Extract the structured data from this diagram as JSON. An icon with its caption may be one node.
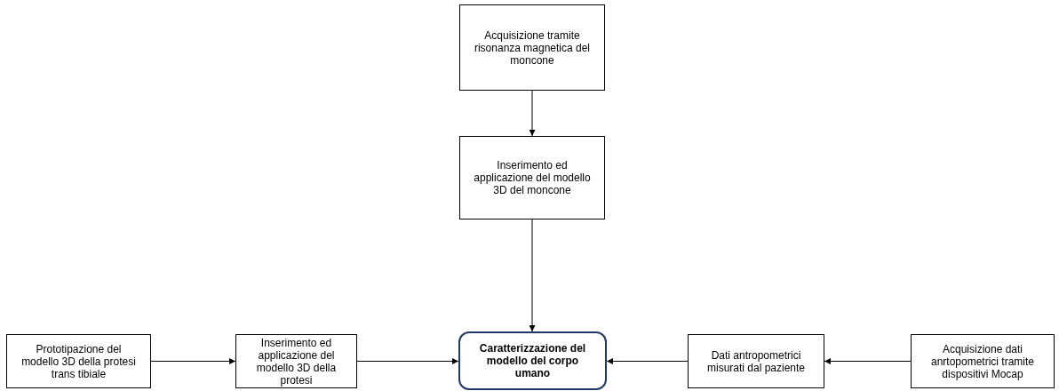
{
  "diagram": {
    "nodes": [
      {
        "text": [
          "Acquisizione tramite risonanza magnetica del moncone"
        ]
      },
      {
        "text": [
          "Inserimento ed applicazione del modello 3D del moncone"
        ]
      },
      {
        "text": [
          "Prototipazione del modello 3D della protesi trans tibiale"
        ]
      },
      {
        "text": [
          "Inserimento ed applicazione del modello 3D della protesi"
        ]
      },
      {
        "text": [
          "Caratterizzazione del modello del corpo umano"
        ]
      },
      {
        "text": [
          "Dati antropometrici misurati dal paziente"
        ]
      },
      {
        "text": [
          "Acquisizione dati anrtopometrici tramite dispositivi Mocap"
        ]
      }
    ],
    "edges": [
      {
        "from": 0,
        "to": 1,
        "arrow": "to"
      },
      {
        "from": 1,
        "to": 4,
        "arrow": "to"
      },
      {
        "from": 2,
        "to": 3,
        "arrow": "to"
      },
      {
        "from": 3,
        "to": 4,
        "arrow": "to"
      },
      {
        "from": 5,
        "to": 4,
        "arrow": "to"
      },
      {
        "from": 6,
        "to": 5,
        "arrow": "to"
      }
    ]
  }
}
